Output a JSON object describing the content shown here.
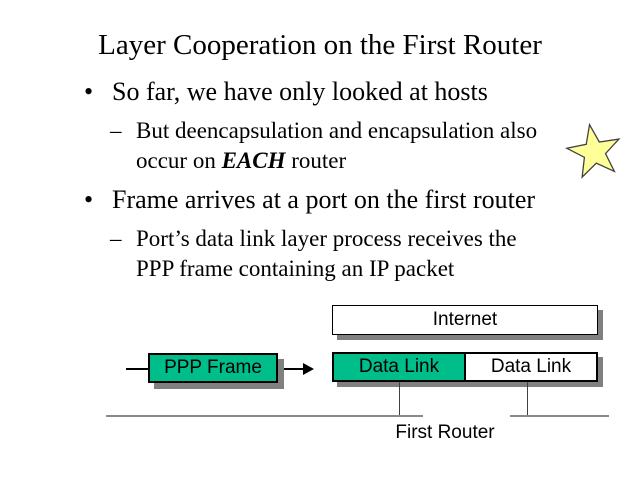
{
  "slide": {
    "title": "Layer Cooperation on the First Router",
    "bullets": {
      "b1_marker": "•",
      "b1": "So far, we have only looked at hosts",
      "sub1_marker": "–",
      "sub1_line1": "But deencapsulation and encapsulation also",
      "sub1_line2_pre": "occur on ",
      "sub1_line2_em": "EACH",
      "sub1_line2_post": " router",
      "b2_marker": "•",
      "b2": "Frame arrives at a port on the first router",
      "sub2_marker": "–",
      "sub2_line1": "Port’s data link layer process receives the",
      "sub2_line2": "PPP frame containing an IP packet"
    },
    "diagram": {
      "internet_label": "Internet",
      "ppp_frame_label": "PPP Frame",
      "data_link_left_label": "Data Link",
      "data_link_right_label": "Data Link",
      "first_router_label": "First Router"
    },
    "icons": {
      "star_icon": "5-point-star"
    },
    "colors": {
      "box_green": "#00BE8A",
      "shadow_gray": "#808080",
      "star_yellow": "#FFFF99",
      "link_line_gray": "#8A8A8A"
    }
  }
}
